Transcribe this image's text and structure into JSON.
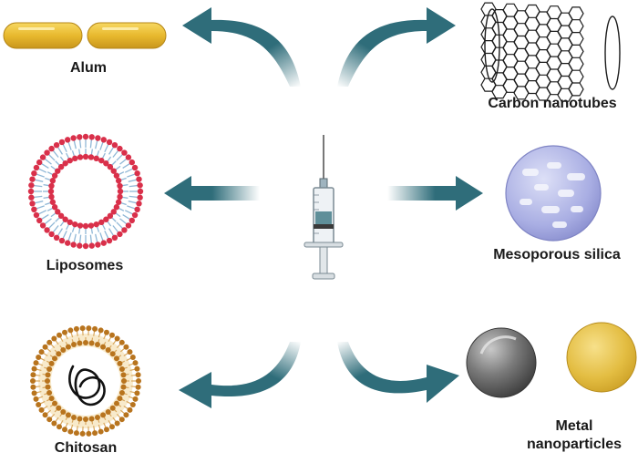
{
  "labels": {
    "alum": "Alum",
    "carbon_nanotubes": "Carbon nanotubes",
    "liposomes": "Liposomes",
    "mesoporous_silica": "Mesoporous silica",
    "chitosan": "Chitosan",
    "metal_nanoparticles_line1": "Metal",
    "metal_nanoparticles_line2": "nanoparticles"
  },
  "colors": {
    "arrow": "#2f6d7a",
    "alum": "#e8b92e",
    "liposome_head": "#d9304a",
    "liposome_tail": "#8fb7d6",
    "chitosan_head": "#b8741e",
    "chitosan_inner": "#f3d9a0",
    "silica": "#b9bde9",
    "metal_grey": "#6b6b6b",
    "metal_gold": "#e7c24a"
  },
  "icons": {
    "center": "syringe-icon",
    "alum": "alum-capsules-icon",
    "carbon_nanotubes": "carbon-nanotube-icon",
    "liposomes": "liposome-icon",
    "mesoporous_silica": "silica-sphere-icon",
    "chitosan": "chitosan-particle-icon",
    "metal_nanoparticles": "metal-spheres-icon"
  }
}
